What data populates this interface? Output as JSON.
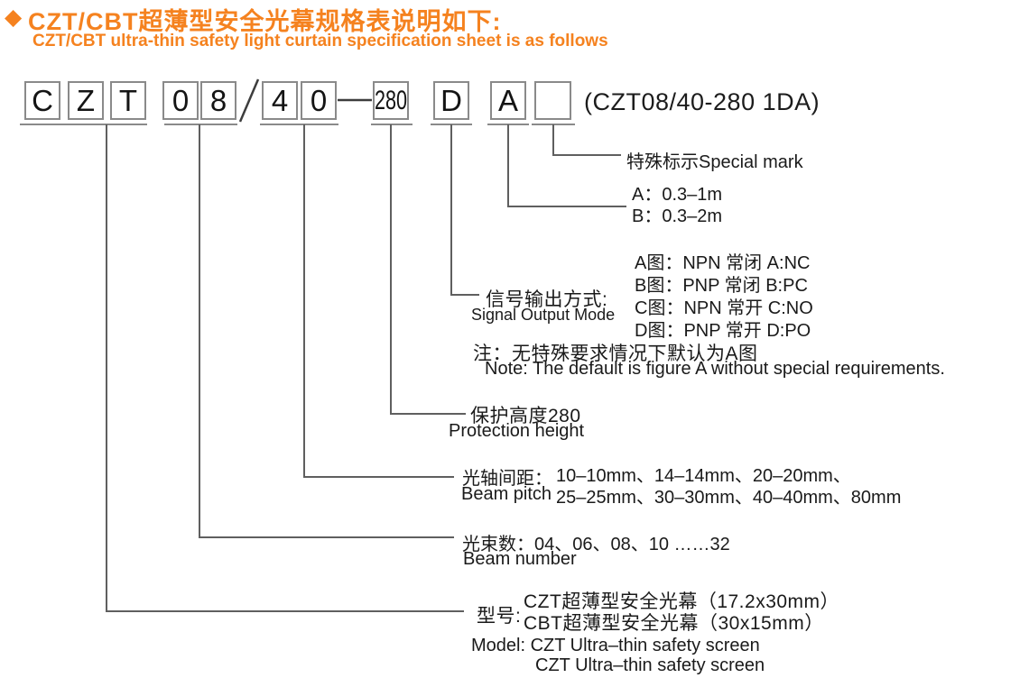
{
  "colors": {
    "accent": "#F5821F",
    "ink": "#1a1a1a",
    "line": "#5f5f5f",
    "boxborder": "#8a8a8a"
  },
  "header": {
    "diamond": "◆",
    "title_zh": "CZT/CBT超薄型安全光幕规格表说明如下:",
    "title_en": "CZT/CBT ultra-thin safety light curtain specification sheet is as follows"
  },
  "code": {
    "boxes": [
      "C",
      "Z",
      "T",
      "0",
      "8",
      "4",
      "0",
      "280",
      "D",
      "A",
      ""
    ],
    "slash": "/",
    "example": "(CZT08/40-280 1DA)"
  },
  "annotations": {
    "special_mark": {
      "label": "特殊标示Special mark"
    },
    "range": {
      "line1": "A：0.3–1m",
      "line2": "B：0.3–2m"
    },
    "signal": {
      "label_zh": "信号输出方式:",
      "label_en": "Signal Output Mode",
      "options": [
        "A图：NPN 常闭 A:NC",
        "B图：PNP 常闭 B:PC",
        "C图：NPN 常开 C:NO",
        "D图：PNP 常开 D:PO"
      ],
      "note_zh": "注：无特殊要求情况下默认为A图",
      "note_en": "Note: The default is figure A without special requirements."
    },
    "protection": {
      "label_zh": "保护高度280",
      "label_en": "Protection height"
    },
    "beam_pitch": {
      "label_zh": "光轴间距：",
      "label_en": "Beam pitch",
      "values_line1": "10–10mm、14–14mm、20–20mm、",
      "values_line2": "25–25mm、30–30mm、40–40mm、80mm"
    },
    "beam_number": {
      "label_zh": "光束数：04、06、08、10 ……32",
      "label_en": "Beam number"
    },
    "model": {
      "label_zh": "型号:",
      "line_czt": "CZT超薄型安全光幕（17.2x30mm）",
      "line_cbt": "CBT超薄型安全光幕（30x15mm）",
      "line_en1": "Model: CZT Ultra–thin safety screen",
      "line_en2": "CZT Ultra–thin safety screen"
    }
  }
}
